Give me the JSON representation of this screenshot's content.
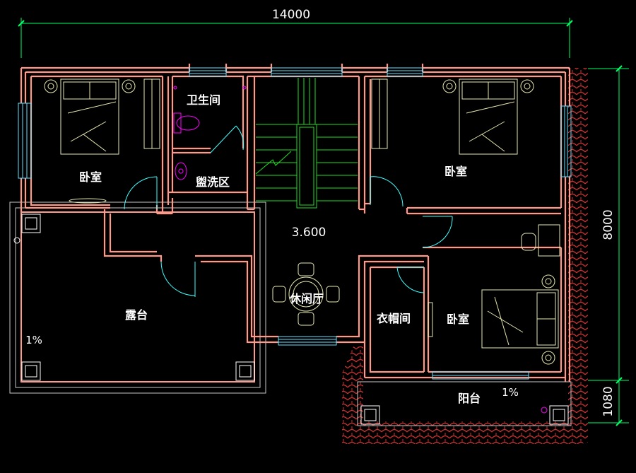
{
  "dimensions": {
    "top_width": "14000",
    "right_depth": "8000",
    "right_balcony": "1080"
  },
  "elevation": "3.600",
  "rooms": {
    "bedroom_nw": "卧室",
    "bathroom": "卫生间",
    "wash_area": "盥洗区",
    "bedroom_ne": "卧室",
    "terrace": "露台",
    "lounge": "休闲厅",
    "cloakroom": "衣帽间",
    "bedroom_se": "卧室",
    "balcony": "阳台"
  },
  "slopes": {
    "terrace": "1%",
    "balcony": "1%"
  },
  "colors": {
    "wall": "#ff9a8a",
    "dimension": "#00ff66",
    "furniture": "#e8e8b0",
    "window": "#66e0ff",
    "door": "#40ffff",
    "stair": "#22dd22",
    "roof_tile": "#cc3333",
    "magenta": "#ff00ff"
  }
}
